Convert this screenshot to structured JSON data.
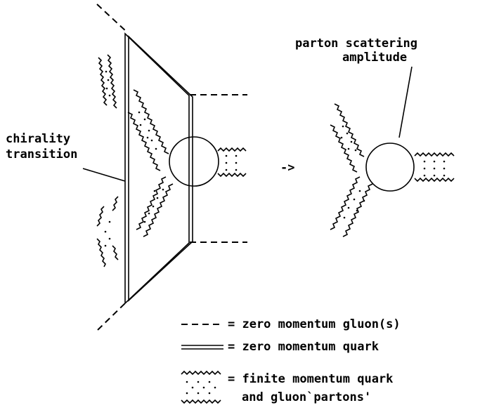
{
  "labels": {
    "chirality_line1": "chirality",
    "chirality_line2": "transition",
    "parton_line1": "parton scattering",
    "parton_line2": "amplitude",
    "arrow": "->"
  },
  "legend": {
    "gluon": "= zero momentum gluon(s)",
    "quark": "= zero momentum quark",
    "finite_line1": "= finite momentum quark",
    "finite_line2": "and gluon`partons'"
  },
  "colors": {
    "ink": "#000000",
    "background": "#ffffff"
  }
}
